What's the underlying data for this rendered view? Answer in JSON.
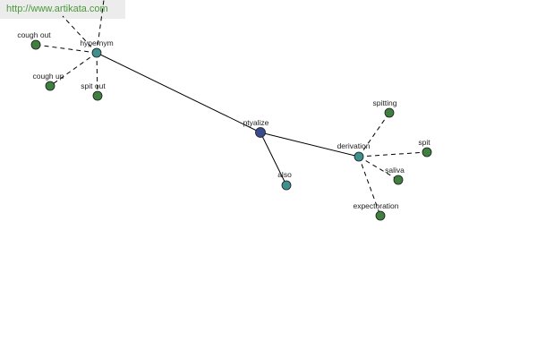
{
  "banner": {
    "url": "http://www.artikata.com"
  },
  "colors": {
    "center": "#3a4a8f",
    "hub": "#3f8f8c",
    "leaf": "#3f7f3f"
  },
  "nodes": [
    {
      "id": "ptyalize",
      "label": "ptyalize",
      "kind": "center"
    },
    {
      "id": "hypernym",
      "label": "hypernym",
      "kind": "hub"
    },
    {
      "id": "derivation",
      "label": "derivation",
      "kind": "hub"
    },
    {
      "id": "also",
      "label": "also",
      "kind": "hub"
    },
    {
      "id": "cough_out",
      "label": "cough out",
      "kind": "leaf"
    },
    {
      "id": "cough_up",
      "label": "cough up",
      "kind": "leaf"
    },
    {
      "id": "spit_out",
      "label": "spit out",
      "kind": "leaf"
    },
    {
      "id": "spitting",
      "label": "spitting",
      "kind": "leaf"
    },
    {
      "id": "spit",
      "label": "spit",
      "kind": "leaf"
    },
    {
      "id": "saliva",
      "label": "saliva",
      "kind": "leaf"
    },
    {
      "id": "expectoration",
      "label": "expectoration",
      "kind": "leaf"
    }
  ],
  "edges": [
    {
      "from": "ptyalize",
      "to": "hypernym",
      "style": "solid"
    },
    {
      "from": "ptyalize",
      "to": "derivation",
      "style": "solid"
    },
    {
      "from": "ptyalize",
      "to": "also",
      "style": "solid"
    },
    {
      "from": "hypernym",
      "to": "cough_out",
      "style": "dashed"
    },
    {
      "from": "hypernym",
      "to": "cough_up",
      "style": "dashed"
    },
    {
      "from": "hypernym",
      "to": "spit_out",
      "style": "dashed"
    },
    {
      "from": "hypernym",
      "to": "offscreen_a",
      "style": "dashed"
    },
    {
      "from": "hypernym",
      "to": "offscreen_b",
      "style": "dashed"
    },
    {
      "from": "derivation",
      "to": "spitting",
      "style": "dashed"
    },
    {
      "from": "derivation",
      "to": "spit",
      "style": "dashed"
    },
    {
      "from": "derivation",
      "to": "saliva",
      "style": "dashed"
    },
    {
      "from": "derivation",
      "to": "expectoration",
      "style": "dashed"
    }
  ]
}
